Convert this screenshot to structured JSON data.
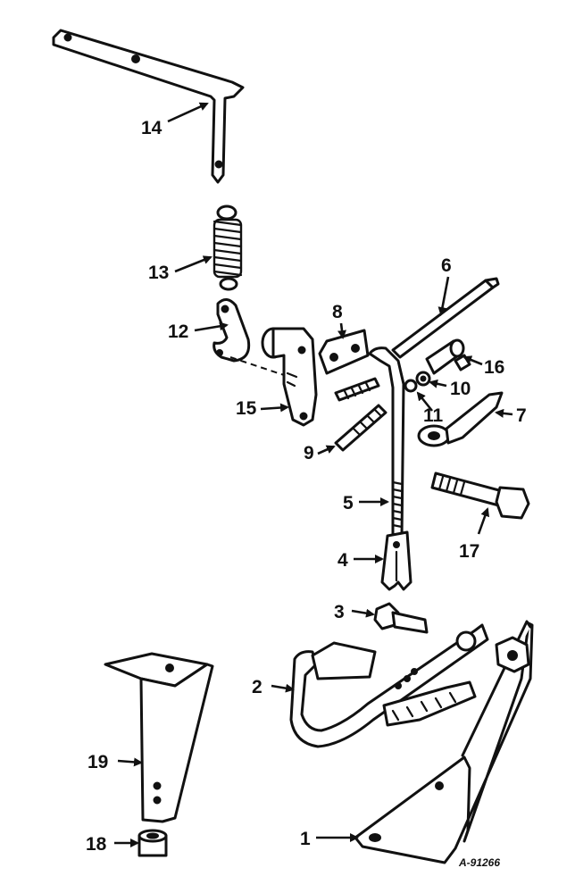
{
  "figure_id": "A-91266",
  "callouts": [
    {
      "id": "1",
      "label": "1"
    },
    {
      "id": "2",
      "label": "2"
    },
    {
      "id": "3",
      "label": "3"
    },
    {
      "id": "4",
      "label": "4"
    },
    {
      "id": "5",
      "label": "5"
    },
    {
      "id": "6",
      "label": "6"
    },
    {
      "id": "7",
      "label": "7"
    },
    {
      "id": "8",
      "label": "8"
    },
    {
      "id": "9",
      "label": "9"
    },
    {
      "id": "10",
      "label": "10"
    },
    {
      "id": "11",
      "label": "11"
    },
    {
      "id": "12",
      "label": "12"
    },
    {
      "id": "13",
      "label": "13"
    },
    {
      "id": "14",
      "label": "14"
    },
    {
      "id": "15",
      "label": "15"
    },
    {
      "id": "16",
      "label": "16"
    },
    {
      "id": "17",
      "label": "17"
    },
    {
      "id": "18",
      "label": "18"
    },
    {
      "id": "19",
      "label": "19"
    }
  ],
  "colors": {
    "ink": "#111111",
    "paper": "#ffffff"
  }
}
